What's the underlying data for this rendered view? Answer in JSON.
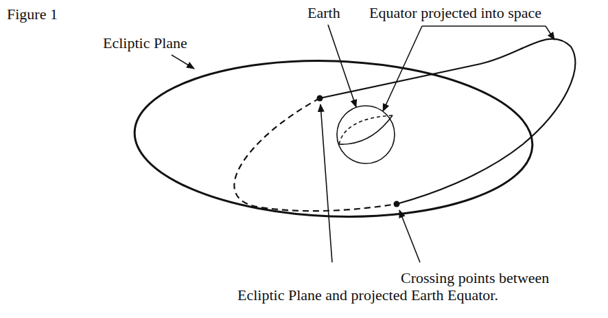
{
  "diagram": {
    "title": "Figure 1",
    "labels": [
      "Ecliptic Plane",
      "Earth",
      "Equator projected into space",
      "Crossing points between Ecliptic Plane and projected Earth Equator."
    ]
  }
}
